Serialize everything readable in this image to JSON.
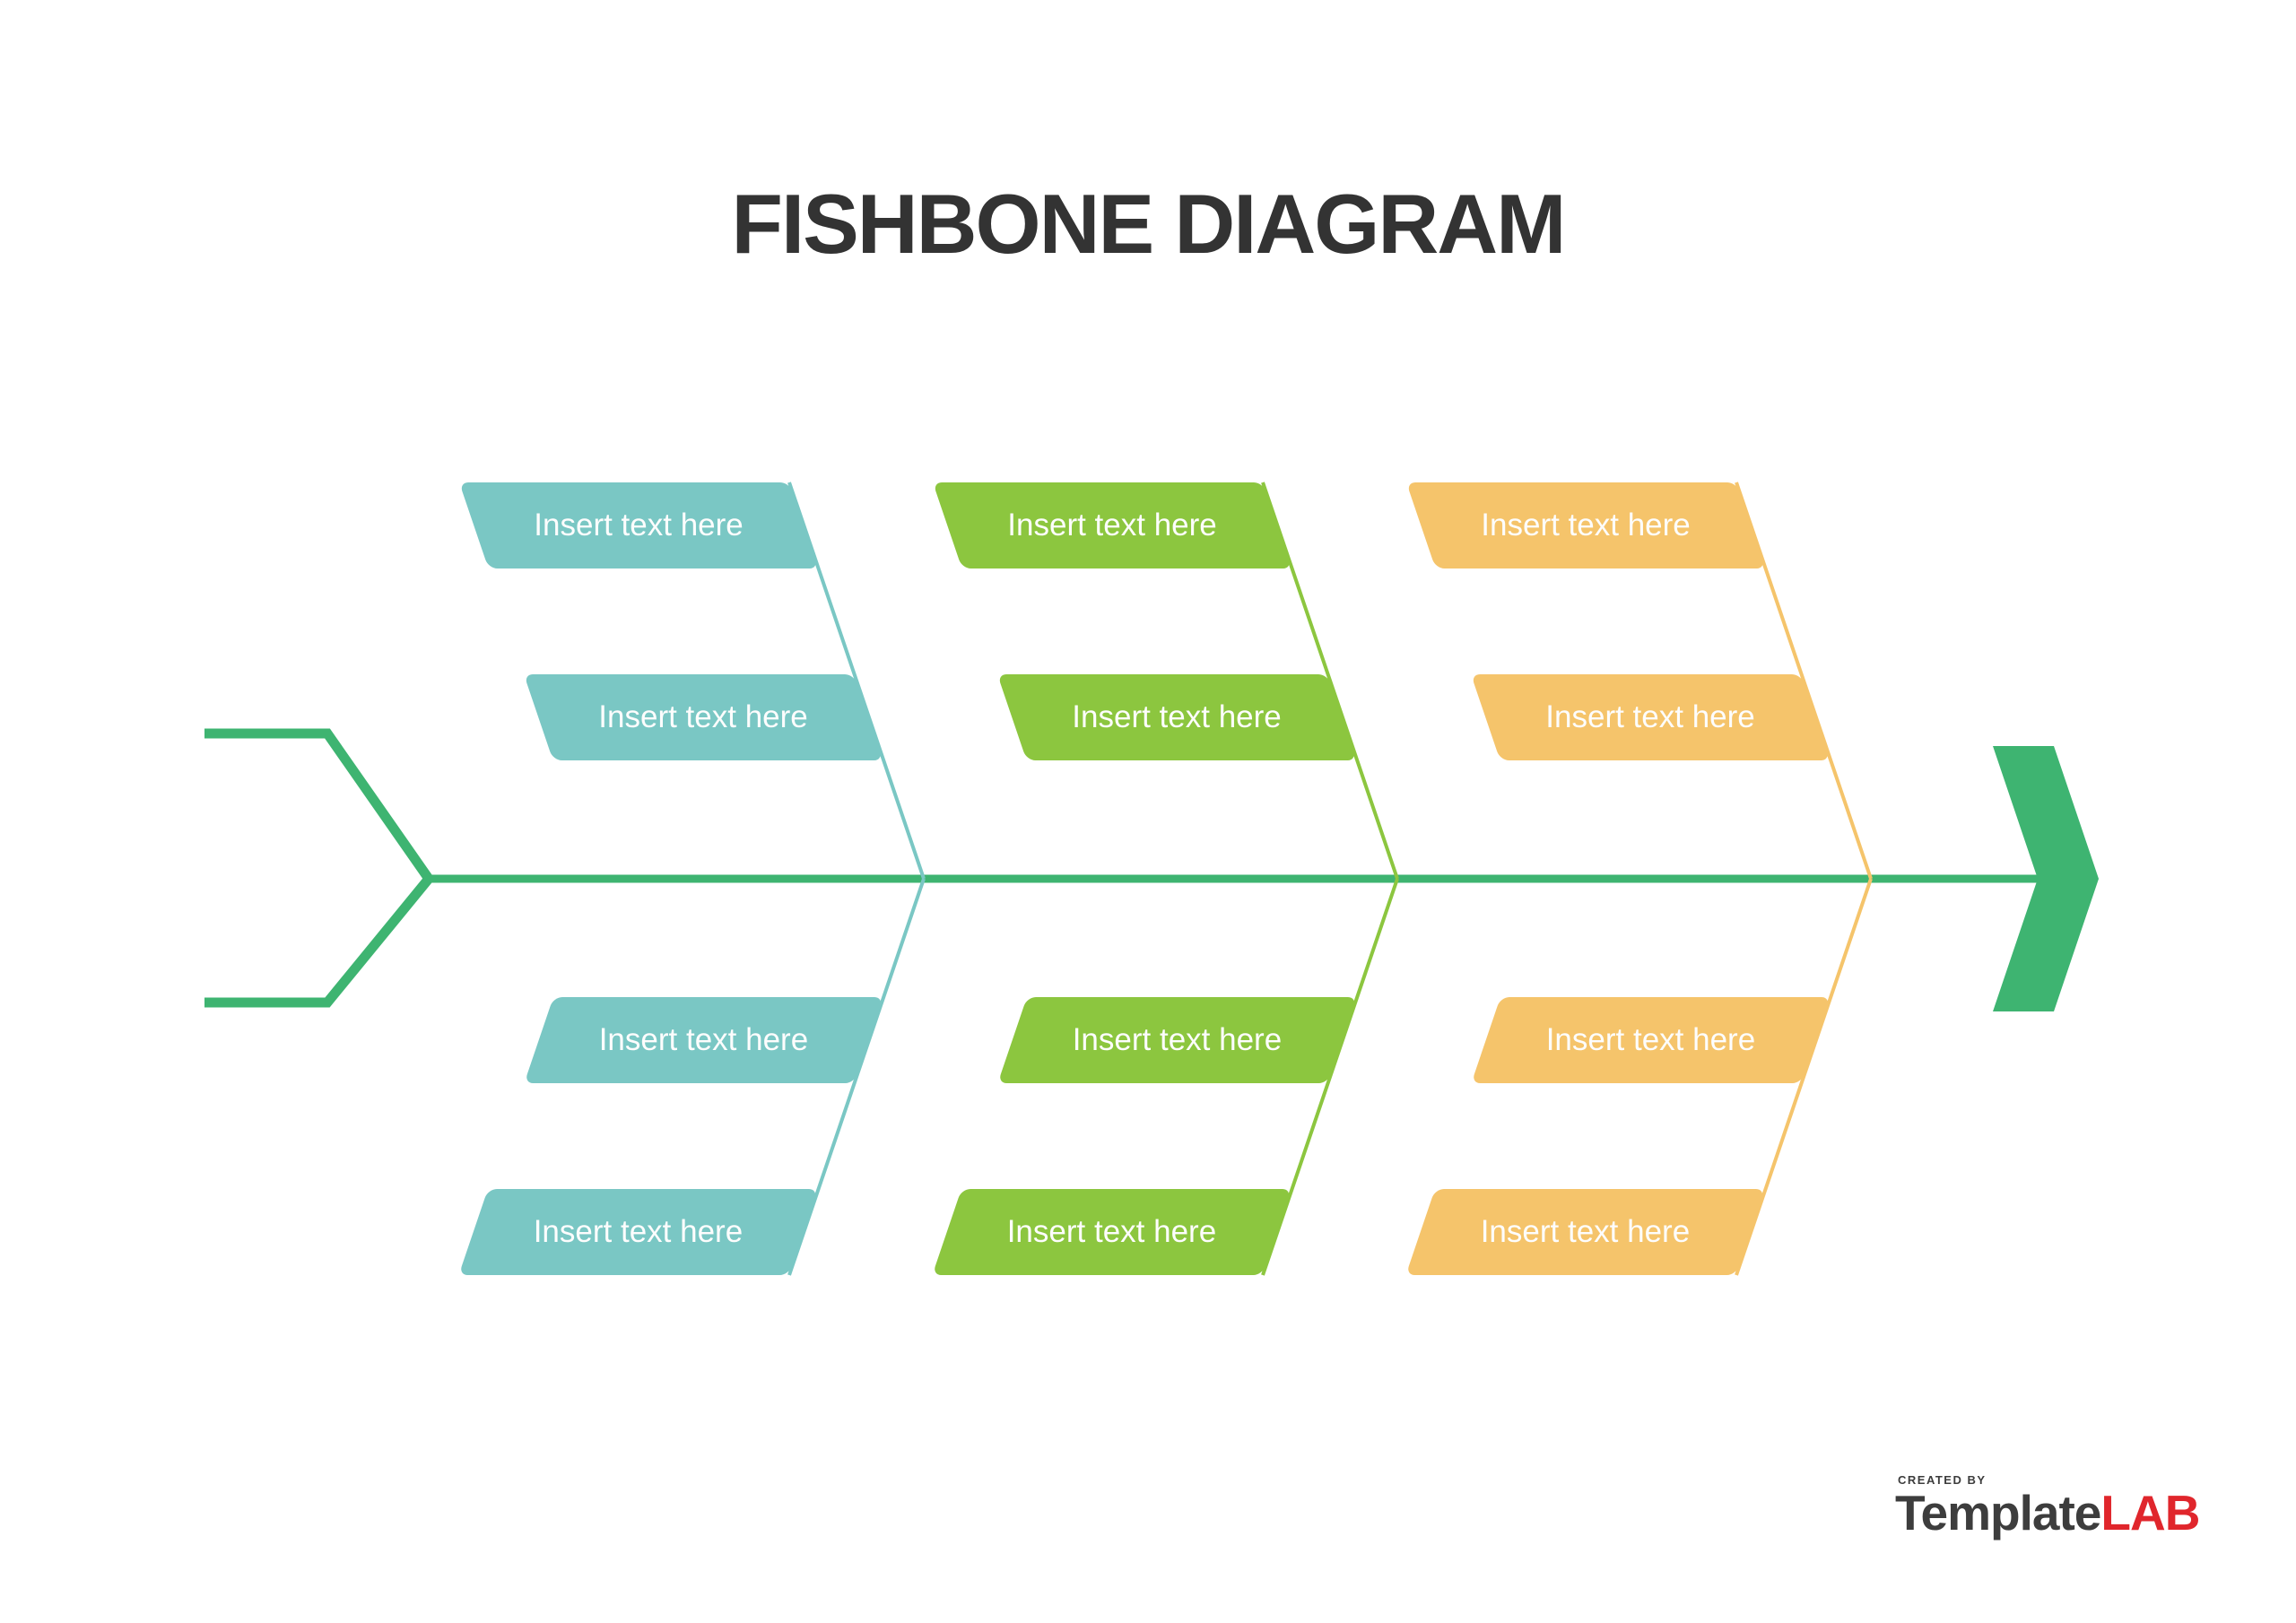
{
  "title": "FISHBONE DIAGRAM",
  "colors": {
    "spine": "#3eb471",
    "teal": "#7ac7c4",
    "green": "#8cc63f",
    "orange": "#f5c46b",
    "title_text": "#333333",
    "box_text": "#fdfdfd",
    "logo_dark": "#3d3d3d",
    "logo_red": "#e0262c"
  },
  "sections": [
    {
      "name": "teal",
      "color": "#7ac7c4",
      "boxes": [
        "Insert text here",
        "Insert text here",
        "Insert text here",
        "Insert text here"
      ]
    },
    {
      "name": "green",
      "color": "#8cc63f",
      "boxes": [
        "Insert text here",
        "Insert text here",
        "Insert text here",
        "Insert text here"
      ]
    },
    {
      "name": "orange",
      "color": "#f5c46b",
      "boxes": [
        "Insert text here",
        "Insert text here",
        "Insert text here",
        "Insert text here"
      ]
    }
  ],
  "footer": {
    "created_by": "CREATED BY",
    "brand_dark": "Template",
    "brand_red": "LAB"
  }
}
